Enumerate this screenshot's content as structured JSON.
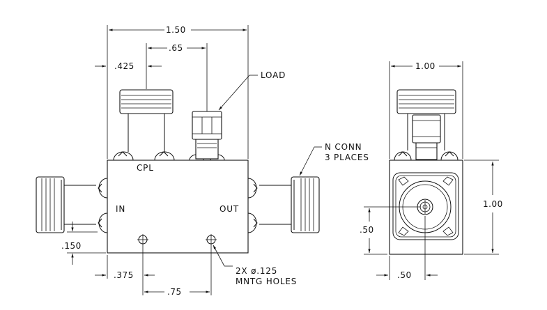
{
  "dimensions": {
    "width_overall": "1.50",
    "coupled_offset": ".65",
    "coupled_left": ".425",
    "in_out_height": ".150",
    "hole_left": ".375",
    "hole_spacing": ".75",
    "side_width": "1.00",
    "side_height": "1.00",
    "side_center_y": ".50",
    "side_center_x": ".50"
  },
  "labels": {
    "load": "LOAD",
    "connector_line1": "N CONN",
    "connector_line2": "3 PLACES",
    "coupled_port": "CPL",
    "input_port": "IN",
    "output_port": "OUT",
    "holes_line1": "2X ø.125",
    "holes_line2": "MNTG HOLES"
  },
  "colors": {
    "line": "#111111",
    "background": "#ffffff"
  }
}
